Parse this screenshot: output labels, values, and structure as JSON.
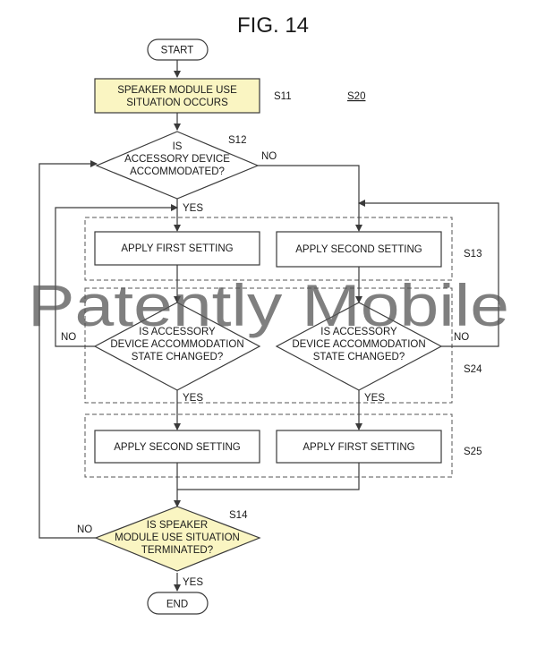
{
  "figure": {
    "title": "FIG. 14"
  },
  "nodes": {
    "start": "START",
    "s11": [
      "SPEAKER MODULE USE",
      "SITUATION OCCURS"
    ],
    "s12": [
      "IS",
      "ACCESSORY DEVICE",
      "ACCOMMODATED?"
    ],
    "apply_first_left": "APPLY FIRST SETTING",
    "apply_second_right": "APPLY SECOND SETTING",
    "changed_left": [
      "IS ACCESSORY",
      "DEVICE ACCOMMODATION",
      "STATE CHANGED?"
    ],
    "changed_right": [
      "IS ACCESSORY",
      "DEVICE ACCOMMODATION",
      "STATE CHANGED?"
    ],
    "apply_second_left": "APPLY SECOND SETTING",
    "apply_first_right": "APPLY FIRST SETTING",
    "s14": [
      "IS SPEAKER",
      "MODULE USE SITUATION",
      "TERMINATED?"
    ],
    "end": "END"
  },
  "step_labels": {
    "s11": "S11",
    "s20": "S20",
    "s12": "S12",
    "s13": "S13",
    "s24": "S24",
    "s25": "S25",
    "s14": "S14"
  },
  "branch_labels": {
    "s12_yes": "YES",
    "s12_no": "NO",
    "left_no": "NO",
    "right_no": "NO",
    "left_yes": "YES",
    "right_yes": "YES",
    "s14_no": "NO",
    "s14_yes": "YES"
  },
  "watermark": "Patently Mobile",
  "colors": {
    "highlight": "#faf5c2",
    "line": "#3a3a3a",
    "watermark": "#555555"
  }
}
